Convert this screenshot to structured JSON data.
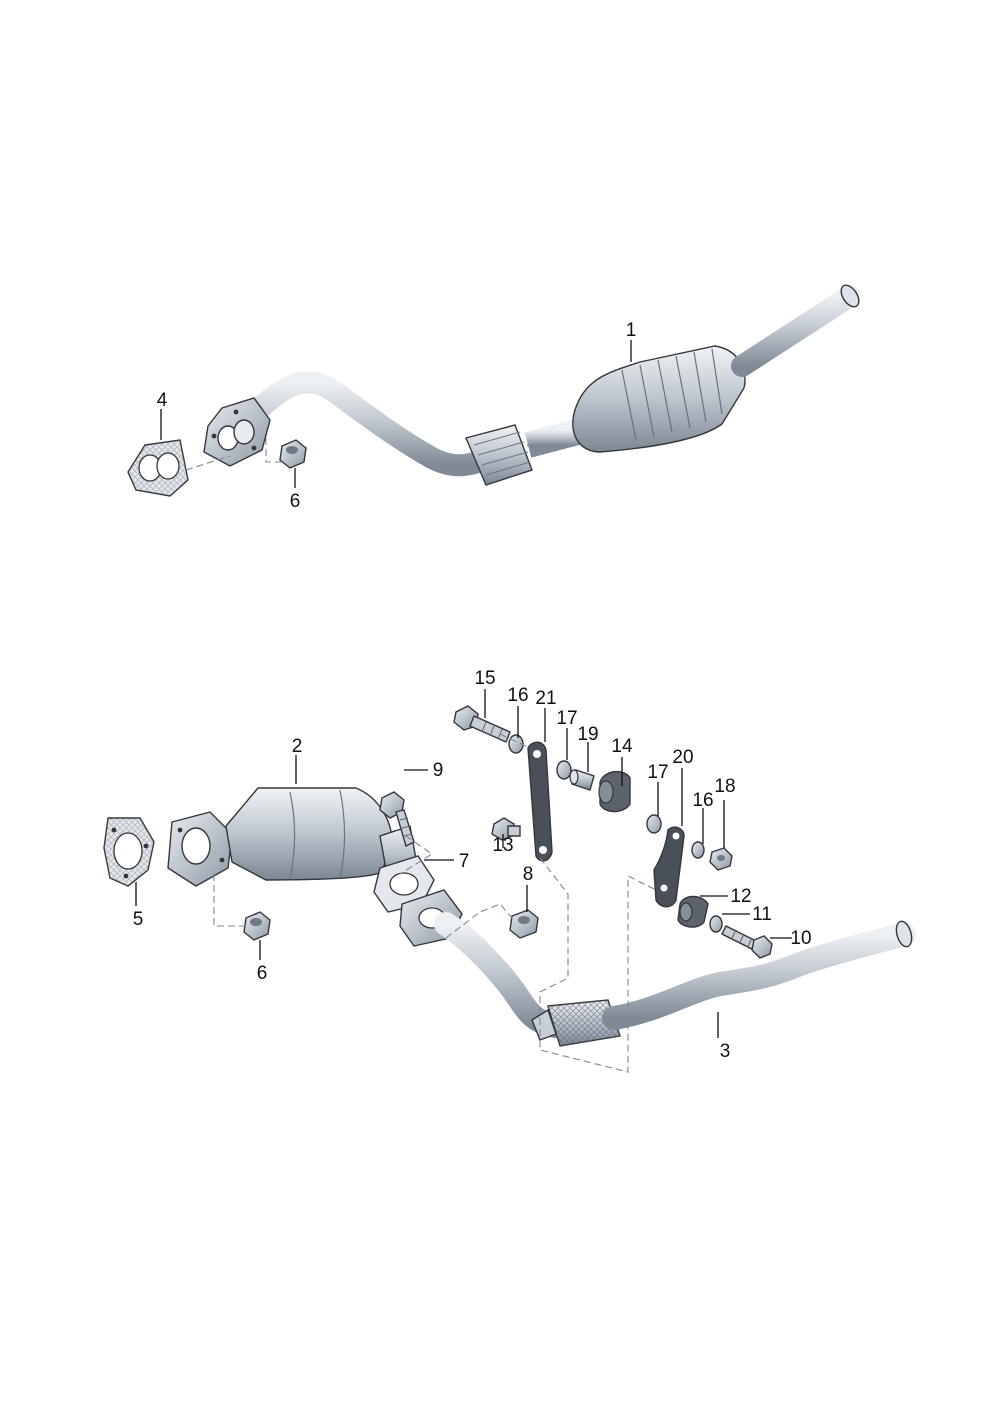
{
  "callouts": [
    "1",
    "2",
    "3",
    "4",
    "5",
    "6",
    "6",
    "7",
    "8",
    "9",
    "10",
    "11",
    "12",
    "13",
    "14",
    "15",
    "16",
    "16",
    "17",
    "17",
    "18",
    "19",
    "20",
    "21"
  ],
  "colors": {
    "metal_dark": "#8d98a4",
    "metal_mid": "#c3cad2",
    "metal_light": "#eef1f4",
    "outline": "#33373d",
    "text": "#111111"
  }
}
